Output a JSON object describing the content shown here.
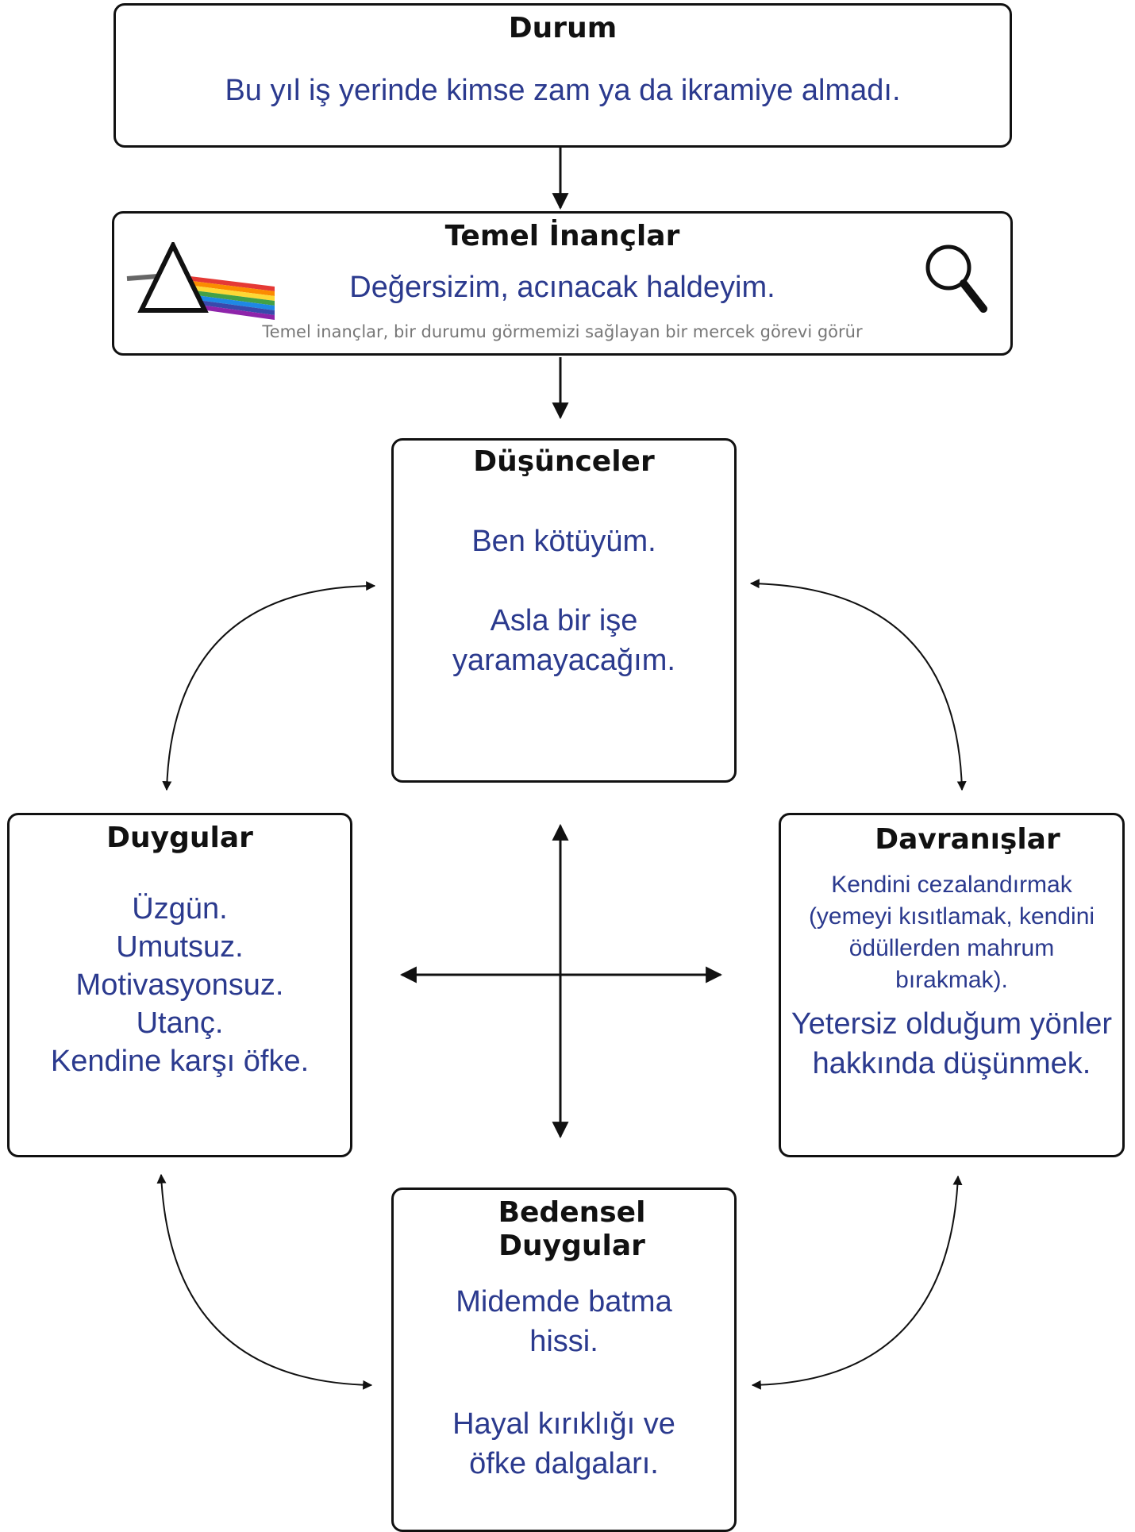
{
  "durum": {
    "title": "Durum",
    "text": "Bu yıl iş yerinde kimse zam ya da ikramiye almadı."
  },
  "temel_inanclar": {
    "title": "Temel İnançlar",
    "text": "Değersizim, acınacak haldeyim.",
    "caption": "Temel inançlar, bir durumu görmemizi sağlayan bir mercek görevi görür",
    "prism_icon": "prism-icon",
    "magnifier_icon": "magnifier-icon",
    "rainbow_colors": [
      "#e53935",
      "#fb8c00",
      "#fdd835",
      "#43a047",
      "#1e88e5",
      "#3949ab",
      "#8e24aa"
    ]
  },
  "dusunceler": {
    "title": "Düşünceler",
    "lines": [
      "Ben kötüyüm.",
      "Asla bir işe",
      "yaramayacağım."
    ]
  },
  "duygular": {
    "title": "Duygular",
    "lines": [
      "Üzgün.",
      "Umutsuz.",
      "Motivasyonsuz.",
      "Utanç.",
      "Kendine karşı öfke."
    ]
  },
  "davranislar": {
    "title": "Davranışlar",
    "small_lines": [
      "Kendini cezalandırmak",
      "(yemeyi kısıtlamak, kendini",
      "ödüllerden mahrum",
      "bırakmak)."
    ],
    "lines": [
      "Yetersiz olduğum yönler",
      "hakkında düşünmek."
    ]
  },
  "bedensel": {
    "title_lines": [
      "Bedensel",
      "Duygular"
    ],
    "lines": [
      "Midemde batma",
      "hissi.",
      "Hayal kırıklığı ve",
      "öfke dalgaları."
    ]
  },
  "colors": {
    "text_blue": "#2b3a8e",
    "border": "#111111",
    "caption_gray": "#777777"
  }
}
